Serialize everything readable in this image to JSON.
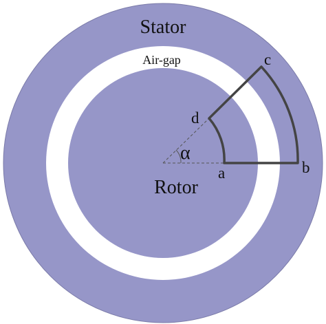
{
  "labels": {
    "stator": "Stator",
    "air_gap": "Air-gap",
    "rotor": "Rotor",
    "alpha": "α",
    "a": "a",
    "b": "b",
    "c": "c",
    "d": "d"
  },
  "colors": {
    "stator_fill": "#9696c8",
    "rotor_fill": "#9696c8",
    "air_gap_fill": "#ffffff",
    "stator_edge": "#7a7aa8",
    "contour": "#444444",
    "dashed": "#555555",
    "text": "#111111"
  }
}
